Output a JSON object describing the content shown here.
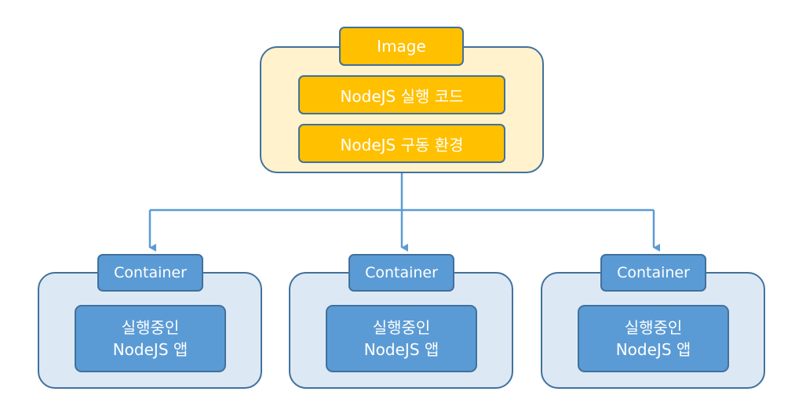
{
  "image": {
    "label": "Image",
    "items": [
      "NodeJS 실행 코드",
      "NodeJS 구동 환경"
    ]
  },
  "containers": [
    {
      "label": "Container",
      "app_line1": "실행중인",
      "app_line2": "NodeJS 앱"
    },
    {
      "label": "Container",
      "app_line1": "실행중인",
      "app_line2": "NodeJS 앱"
    },
    {
      "label": "Container",
      "app_line1": "실행중인",
      "app_line2": "NodeJS 앱"
    }
  ],
  "colors": {
    "image_fill": "#ffc000",
    "image_group_fill": "#fff2cc",
    "container_fill": "#5b9bd5",
    "container_group_fill": "#dde8f5",
    "border": "#41719c",
    "connector": "#5b9bd5"
  }
}
